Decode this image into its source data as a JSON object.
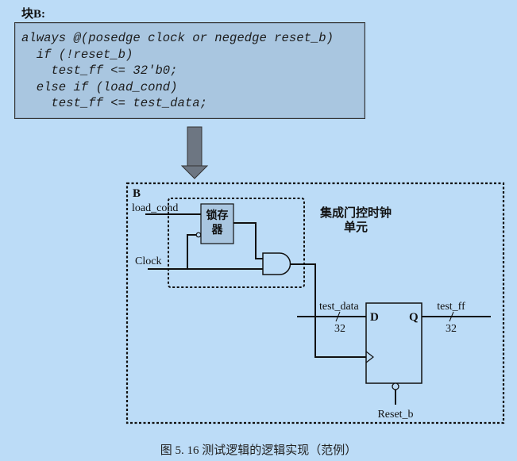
{
  "block_title": "块B:",
  "code": {
    "lines": [
      "always @(posedge clock or negedge reset_b)",
      "  if (!reset_b)",
      "    test_ff <= 32'b0;",
      "  else if (load_cond)",
      "    test_ff <= test_data;"
    ]
  },
  "diagram": {
    "block_label": "B",
    "latch_label_line1": "锁存",
    "latch_label_line2": "器",
    "icg_label_line1": "集成门控时钟",
    "icg_label_line2": "单元",
    "signals": {
      "load_cond": "load_cond",
      "clock": "Clock",
      "test_data": "test_data",
      "test_data_width": "32",
      "test_ff": "test_ff",
      "test_ff_width": "32",
      "reset": "Reset_b"
    },
    "flipflop": {
      "d_pin": "D",
      "q_pin": "Q"
    },
    "colors": {
      "background": "#bcdcf7",
      "code_box": "#a9c6e0",
      "latch_fill": "#a9c6e0",
      "arrow": "#6d7682"
    }
  },
  "caption": "图 5. 16   测试逻辑的逻辑实现（范例）"
}
